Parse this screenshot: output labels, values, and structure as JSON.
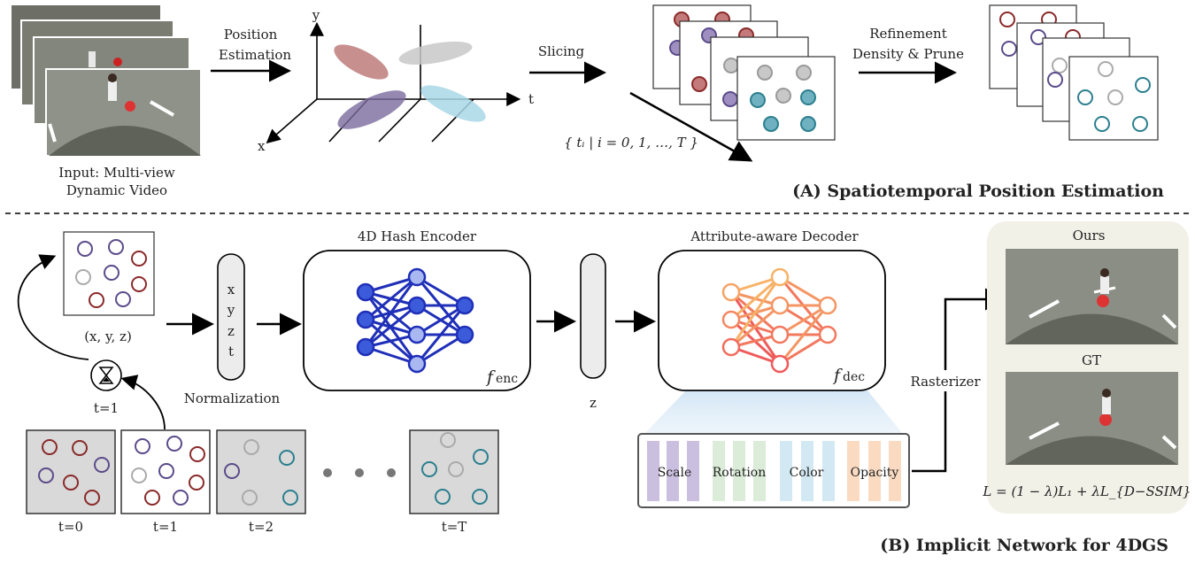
{
  "section_a": {
    "title": "(A) Spatiotemporal Position Estimation",
    "input_label_1": "Input: Multi-view",
    "input_label_2": "Dynamic Video",
    "position_estimation_1": "Position",
    "position_estimation_2": "Estimation",
    "axis_y": "y",
    "axis_t": "t",
    "axis_x": "x",
    "slicing": "Slicing",
    "slice_set": "{ tᵢ | i = 0, 1, …, T }",
    "refinement_1": "Refinement",
    "refinement_2": "Density & Prune"
  },
  "section_b": {
    "title": "(B) Implicit Network for 4DGS",
    "point_coords": "(x, y, z)",
    "norm_vars": [
      "x",
      "y",
      "z",
      "t"
    ],
    "normalization": "Normalization",
    "hash_encoder": "4D Hash Encoder",
    "f_enc": "f",
    "f_enc_sub": "enc",
    "latent": "z",
    "decoder": "Attribute-aware Decoder",
    "f_dec": "f",
    "f_dec_sub": "dec",
    "attributes": [
      "Scale",
      "Rotation",
      "Color",
      "Opacity"
    ],
    "rasterizer": "Rasterizer",
    "ours": "Ours",
    "gt": "GT",
    "loss": "L = (1 − λ)L₁ + λL_{D−SSIM}",
    "timer_label": "t=1",
    "frames": [
      "t=0",
      "t=1",
      "t=2",
      "t=T"
    ]
  },
  "colors": {
    "encoder_node": "#3b5bdb",
    "encoder_node_light": "#aab8f2",
    "encoder_edge": "#1f2fb8",
    "decoder_orange": "#f7b267",
    "decoder_red": "#ef5a5a",
    "purple": "#5b4b8a",
    "red": "#8a2a2a",
    "teal": "#2b7f8e",
    "gray": "#b0b0b0"
  }
}
